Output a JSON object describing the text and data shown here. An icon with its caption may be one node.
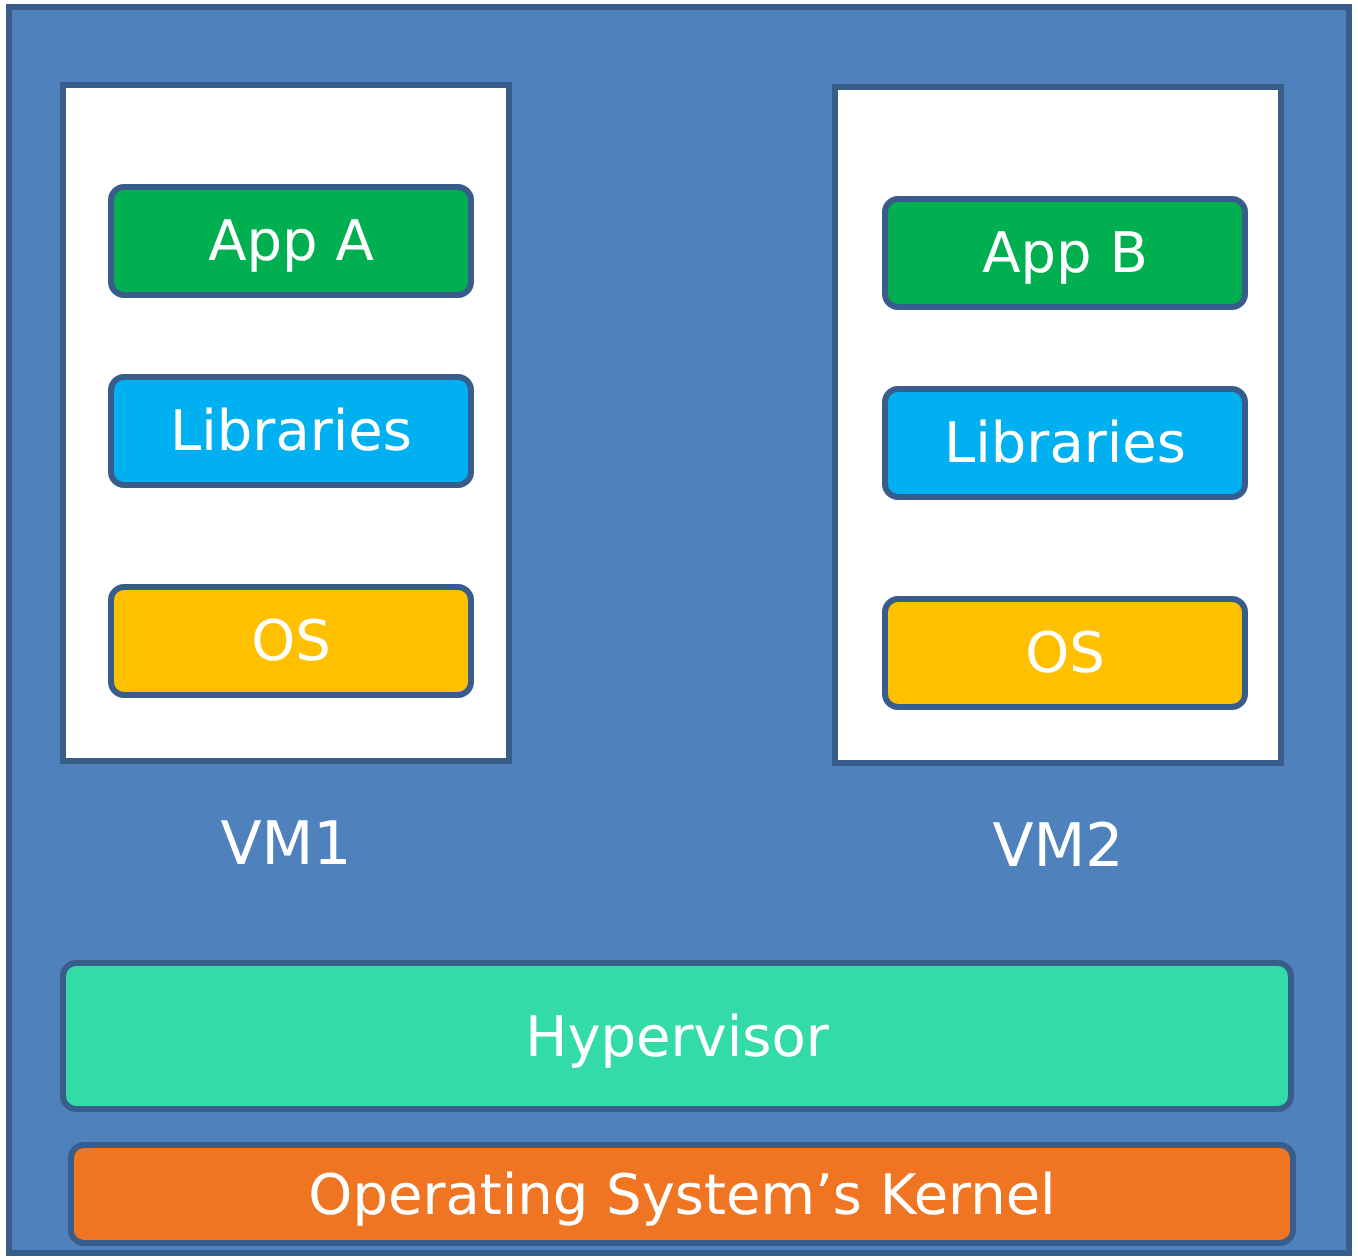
{
  "diagram": {
    "nodes": [
      {
        "text": [],
        "shape": "box"
      },
      {
        "text": [
          "VM1"
        ],
        "in": 0
      },
      {
        "text": [
          "App A"
        ],
        "in": 1
      },
      {
        "text": [
          "Libraries"
        ],
        "in": 1
      },
      {
        "text": [
          "OS"
        ],
        "in": 1
      },
      {
        "text": [
          "VM2"
        ],
        "in": 0
      },
      {
        "text": [
          "App B"
        ],
        "in": 5
      },
      {
        "text": [
          "Libraries"
        ],
        "in": 5
      },
      {
        "text": [
          "OS"
        ],
        "in": 5
      },
      {
        "text": [
          "Hypervisor"
        ],
        "in": 0
      },
      {
        "text": [
          "Operating System’s Kernel"
        ],
        "in": 0
      }
    ]
  }
}
